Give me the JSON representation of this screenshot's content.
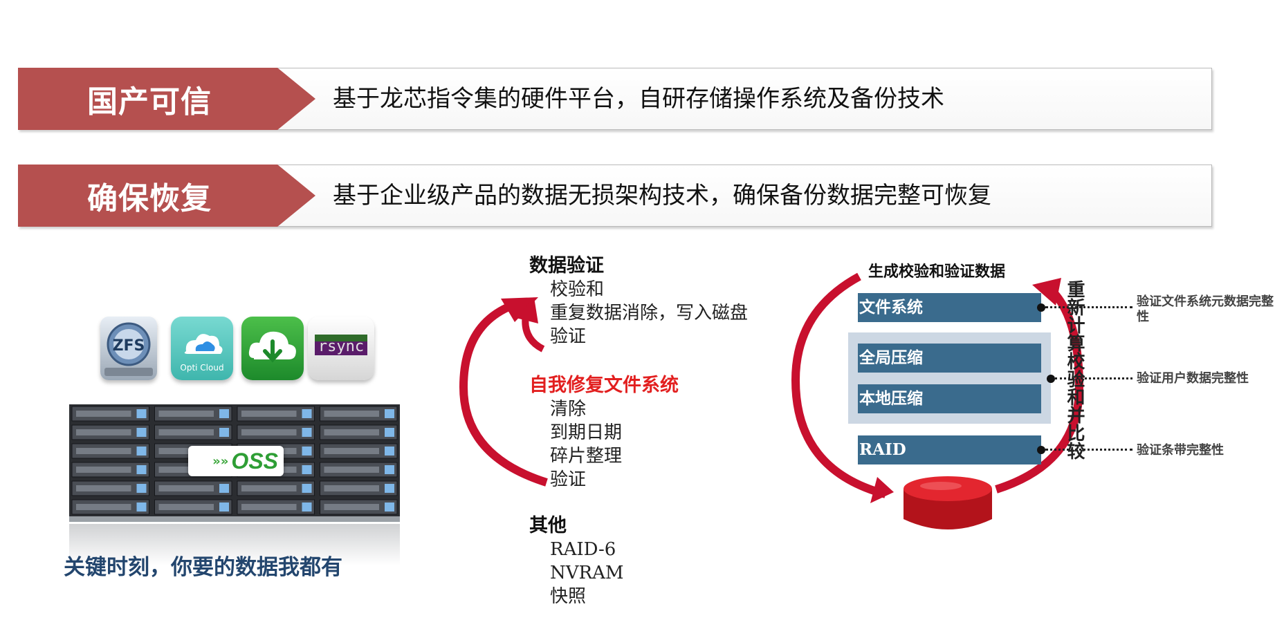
{
  "banners": [
    {
      "tag": "国产可信",
      "text": "基于龙芯指令集的硬件平台，自研存储操作系统及备份技术"
    },
    {
      "tag": "确保恢复",
      "text": "基于企业级产品的数据无损架构技术，确保备份数据完整可恢复"
    }
  ],
  "icons": [
    {
      "label": "ZFS"
    },
    {
      "label": "Opti Cloud"
    },
    {
      "label": ""
    },
    {
      "label": "rsync"
    }
  ],
  "server": {
    "logo": "OSS",
    "caption": "关键时刻，你要的数据我都有"
  },
  "middle": {
    "section1": {
      "title": "数据验证",
      "items": [
        "校验和",
        "重复数据消除，写入磁盘",
        "验证"
      ]
    },
    "section2": {
      "title": "自我修复文件系统",
      "items": [
        "清除",
        "到期日期",
        "碎片整理",
        "验证"
      ]
    },
    "section3": {
      "title": "其他",
      "items": [
        "RAID-6",
        "NVRAM",
        "快照"
      ]
    }
  },
  "right": {
    "top_label": "生成校验和验证数据",
    "arc_label": "重新计算校验和并比较",
    "bars": [
      "文件系统",
      "全局压缩",
      "本地压缩",
      "RAID"
    ],
    "notes": [
      "验证文件系统元数据完整性",
      "验证用户数据完整性",
      "验证条带完整性"
    ]
  },
  "colors": {
    "accent": "#b5504f",
    "arrow_red": "#c8102e",
    "bar_blue": "#3a6b8d",
    "highlight_red": "#e21f1f"
  }
}
